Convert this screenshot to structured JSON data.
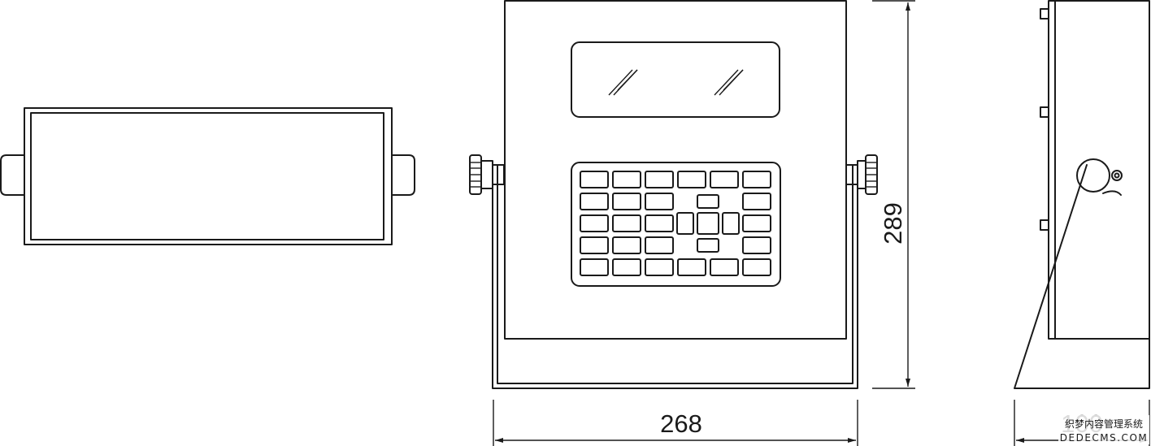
{
  "dimensions": {
    "width_label": "268",
    "height_label": "289",
    "depth_label": "100"
  },
  "watermark": {
    "line1": "织梦内容管理系统",
    "line2": "DEDECMS.COM"
  },
  "colors": {
    "line": "#1a1a1a",
    "background": "#ffffff"
  }
}
